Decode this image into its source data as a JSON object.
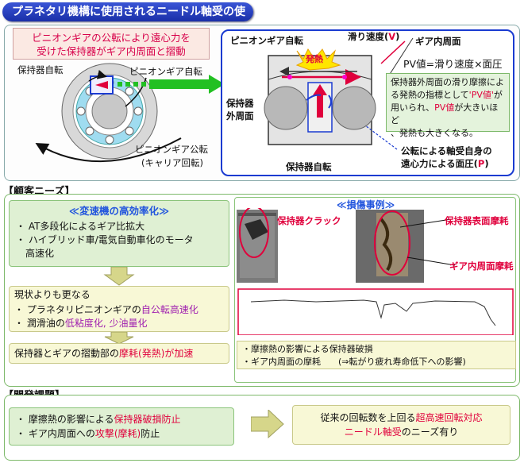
{
  "title": "プラネタリ機構に使用されるニードル軸受の使用環境",
  "top": {
    "callout_line1": "ピニオンギアの公転により遠心力を",
    "callout_line2": "受けた保持器がギア内周面と摺動",
    "left_labels": {
      "cage_rotation": "保持器自転",
      "pinion_rotation": "ピニオンギア自転",
      "pinion_revolution_1": "ピニオンギア公転",
      "pinion_revolution_2": "(キャリア回転)"
    },
    "detail_labels": {
      "pinion_rotation": "ピニオンギア自転",
      "slide_speed": "滑り速度(",
      "slide_speed_v": "V",
      "slide_speed_end": ")",
      "gear_inner": "ギア内周面",
      "heat": "発熱",
      "cage_outer_1": "保持器",
      "cage_outer_2": "外周面",
      "cage_rotation": "保持器自転",
      "pressure_1": "公転による軸受自身の",
      "pressure_2": "遠心力による面圧(",
      "pressure_p": "P",
      "pressure_end": ")",
      "pv_formula": "PV値=滑り速度×面圧"
    },
    "green_note": {
      "line1": "保持器外周面の滑り摩擦によ",
      "line2a": "る発熱の指標として",
      "line2b": "'PV値'",
      "line2c": "が",
      "line3a": "用いられ、",
      "line3b": "PV値",
      "line3c": "が大きいほど",
      "line4": "、発熱も大きくなる。"
    }
  },
  "needs": {
    "section_title": "【顧客ニーズ】",
    "box1_heading": "≪変速機の高効率化≫",
    "box1_items": [
      "・ AT多段化によるギア比拡大",
      "・ ハイブリッド車/電気自動車化のモータ",
      "　高速化"
    ],
    "box2_heading": "現状よりも更なる",
    "box2_item1_a": "・ プラネタリピニオンギアの",
    "box2_item1_b": "自公転高速化",
    "box2_item2_a": "・ 潤滑油の",
    "box2_item2_b": "低粘度化, 少油量化",
    "box3_a": "保持器とギアの摺動部の",
    "box3_b": "摩耗(発熱)が加速",
    "damage_heading": "≪損傷事例≫",
    "damage_crack": "保持器クラック",
    "damage_surface_wear": "保持器表面摩耗",
    "damage_gear_wear": "ギア内周面摩耗",
    "damage_item1": "・摩擦熱の影響による保持器破損",
    "damage_item2": "・ギア内周面の摩耗　　(⇒転がり疲れ寿命低下への影響)"
  },
  "challenges": {
    "section_title": "【開発課題】",
    "item1_a": "・ 摩擦熱の影響による",
    "item1_b": "保持器破損防止",
    "item2_a": "・ ギア内周面への",
    "item2_b": "攻撃(摩耗)",
    "item2_c": "防止",
    "result_line1_a": "従来の回転数を上回る",
    "result_line1_b": "超高速回転対応",
    "result_line2_a": "ニードル軸受",
    "result_line2_b": "のニーズ有り"
  },
  "colors": {
    "accent_blue": "#1a3bd1",
    "accent_red": "#e0003c",
    "accent_green": "#7db96a",
    "arrow_green": "#22c022"
  }
}
